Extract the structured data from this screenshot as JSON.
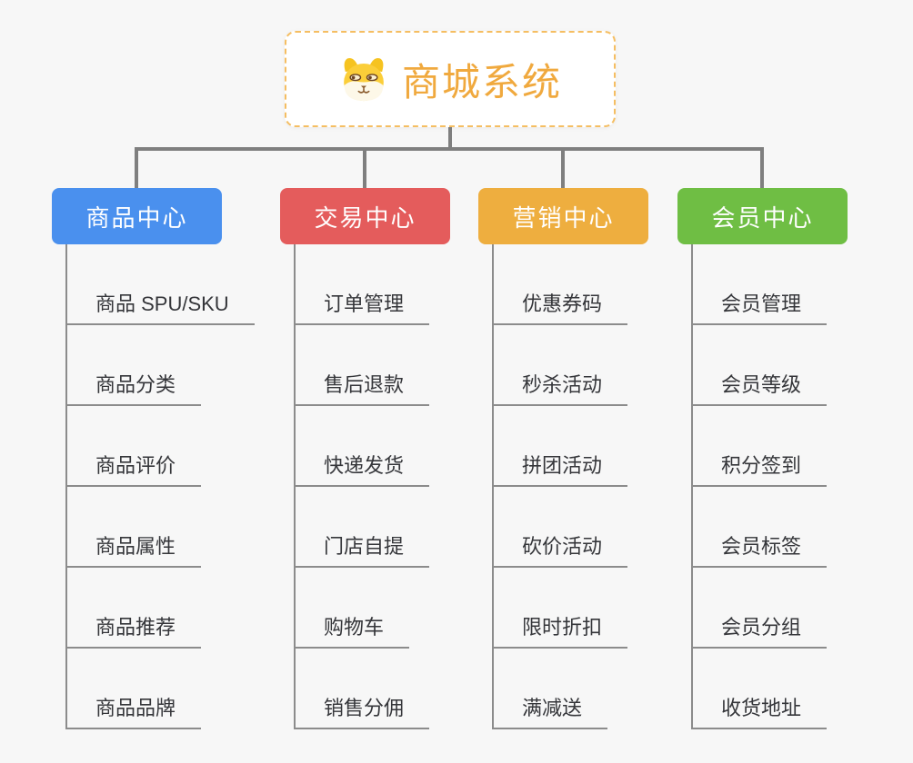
{
  "root": {
    "title": "商城系统",
    "icon": "shiba-dog",
    "accent_color": "#f0a93e",
    "border_color": "#f5be62"
  },
  "connector_color": "#7f7f7f",
  "line_color": "#8c8c8c",
  "branches": [
    {
      "label": "商品中心",
      "color": "#4a90ee",
      "children": [
        "商品 SPU/SKU",
        "商品分类",
        "商品评价",
        "商品属性",
        "商品推荐",
        "商品品牌"
      ]
    },
    {
      "label": "交易中心",
      "color": "#e45c5c",
      "children": [
        "订单管理",
        "售后退款",
        "快递发货",
        "门店自提",
        "购物车",
        "销售分佣"
      ]
    },
    {
      "label": "营销中心",
      "color": "#eeae3f",
      "children": [
        "优惠券码",
        "秒杀活动",
        "拼团活动",
        "砍价活动",
        "限时折扣",
        "满减送"
      ]
    },
    {
      "label": "会员中心",
      "color": "#6fbe44",
      "children": [
        "会员管理",
        "会员等级",
        "积分签到",
        "会员标签",
        "会员分组",
        "收货地址"
      ]
    }
  ]
}
